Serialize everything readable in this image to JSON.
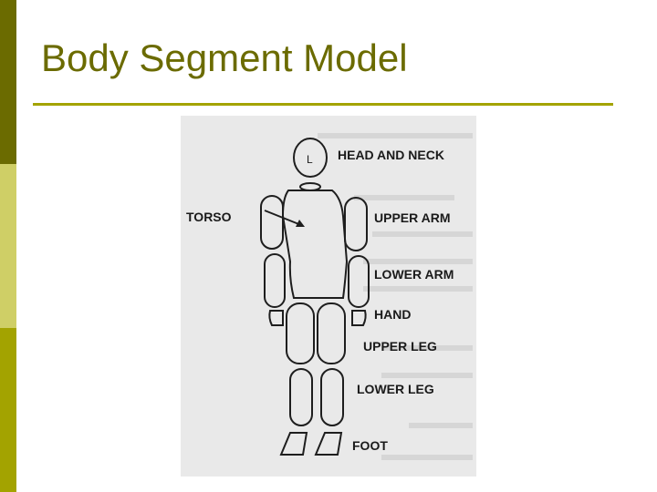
{
  "slide": {
    "title": "Body Segment Model",
    "colors": {
      "band_top": "#6b6b00",
      "band_mid": "#cfcf66",
      "band_bottom": "#a3a300",
      "title": "#6b6b00",
      "rule": "#a3a300",
      "figure_background": "#e9e9e9"
    }
  },
  "diagram": {
    "labels": {
      "head_and_neck": "HEAD AND NECK",
      "torso": "TORSO",
      "upper_arm": "UPPER ARM",
      "lower_arm": "LOWER ARM",
      "hand": "HAND",
      "upper_leg": "UPPER LEG",
      "lower_leg": "LOWER LEG",
      "foot": "FOOT"
    },
    "head_mark": "L"
  }
}
